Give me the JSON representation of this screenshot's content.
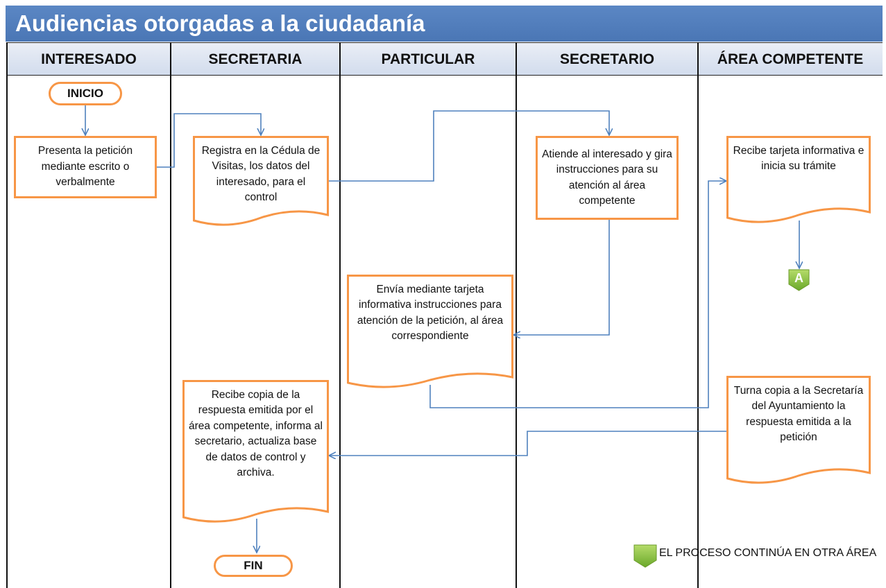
{
  "title": "Audiencias otorgadas a la ciudadanía",
  "lanes": [
    "INTERESADO",
    "SECRETARIA",
    "PARTICULAR",
    "SECRETARIO",
    "ÁREA COMPETENTE"
  ],
  "nodes": {
    "inicio": "INICIO",
    "presenta": "Presenta la petición mediante escrito o verbalmente",
    "registra": "Registra en la Cédula de Visitas, los datos del interesado, para el control",
    "atiende": "Atiende al interesado y gira instrucciones para su atención al área competente",
    "recibe_tarjeta": "Recibe tarjeta informativa e inicia su trámite",
    "envia": "Envía mediante tarjeta informativa instrucciones para atención de la petición, al área correspondiente",
    "turna": "Turna copia a la Secretaría del Ayuntamiento la respuesta emitida a la petición",
    "recibe_copia": "Recibe copia de la respuesta emitida por el área competente, informa al secretario, actualiza base de datos de control y archiva.",
    "fin": "FIN",
    "connector_a": "A"
  },
  "legend": {
    "text": "EL PROCESO CONTINÚA EN OTRA ÁREA",
    "color": "#8cc63f"
  },
  "colors": {
    "title_bg": "#4f81bd",
    "box_border": "#f79646",
    "arrow": "#4f81bd"
  }
}
